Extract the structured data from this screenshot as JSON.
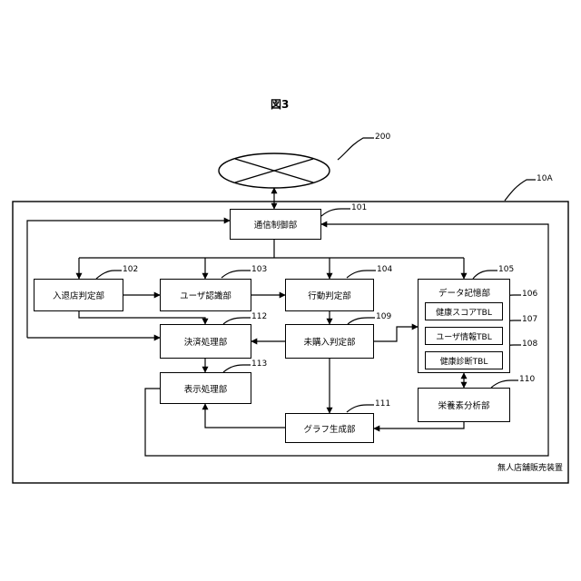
{
  "figure_label": "図3",
  "device": {
    "ref": "10A",
    "caption": "無人店舗販売装置"
  },
  "network": {
    "ref": "200"
  },
  "blocks": {
    "comm": {
      "ref": "101",
      "label": "通信制御部"
    },
    "entry": {
      "ref": "102",
      "label": "入退店判定部"
    },
    "user_recog": {
      "ref": "103",
      "label": "ユーザ認識部"
    },
    "action": {
      "ref": "104",
      "label": "行動判定部"
    },
    "storage": {
      "ref": "105",
      "label": "データ記憶部"
    },
    "payment": {
      "ref": "112",
      "label": "決済処理部"
    },
    "unpurchased": {
      "ref": "109",
      "label": "未購入判定部"
    },
    "display": {
      "ref": "113",
      "label": "表示処理部"
    },
    "nutrient": {
      "ref": "110",
      "label": "栄養素分析部"
    },
    "graph": {
      "ref": "111",
      "label": "グラフ生成部"
    }
  },
  "tables": [
    {
      "ref": "106",
      "label": "健康スコアTBL"
    },
    {
      "ref": "107",
      "label": "ユーザ情報TBL"
    },
    {
      "ref": "108",
      "label": "健康診断TBL"
    }
  ],
  "colors": {
    "line": "#000000",
    "background": "#ffffff"
  }
}
